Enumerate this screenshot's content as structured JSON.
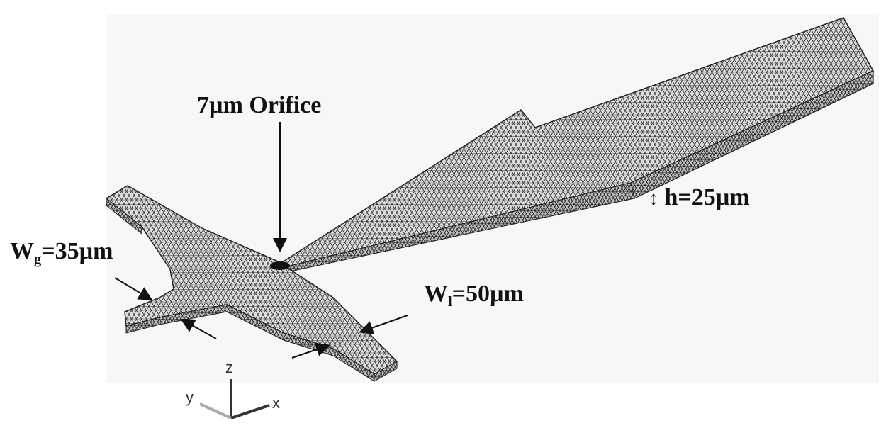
{
  "labels": {
    "orifice": "7µm Orifice",
    "height": "h=25µm",
    "height_symbol": "↕",
    "wg_main": "W",
    "wg_sub": "g",
    "wg_value": "=35µm",
    "wl_main": "W",
    "wl_sub": "l",
    "wl_value": "=50µm"
  },
  "axes": {
    "x": "x",
    "y": "y",
    "z": "z"
  }
}
